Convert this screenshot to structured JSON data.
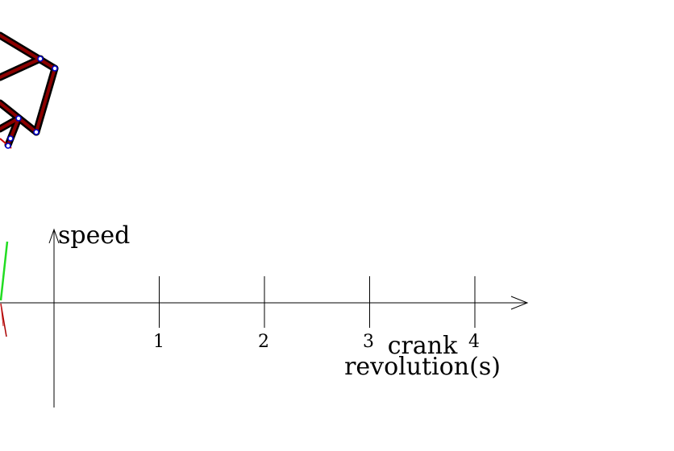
{
  "chart_data": {
    "type": "line",
    "ylabel": "speed",
    "xlabel_line1": "crank",
    "xlabel_line2": "revolution(s)",
    "x_ticks": [
      "1",
      "2",
      "3",
      "4"
    ],
    "series": []
  },
  "colors": {
    "linkage_fill": "#8b0000",
    "linkage_outline": "#000000",
    "joint": "#0000cc",
    "speed_trace_green": "#22dd22",
    "speed_trace_red": "#aa0000",
    "axis": "#000000"
  }
}
